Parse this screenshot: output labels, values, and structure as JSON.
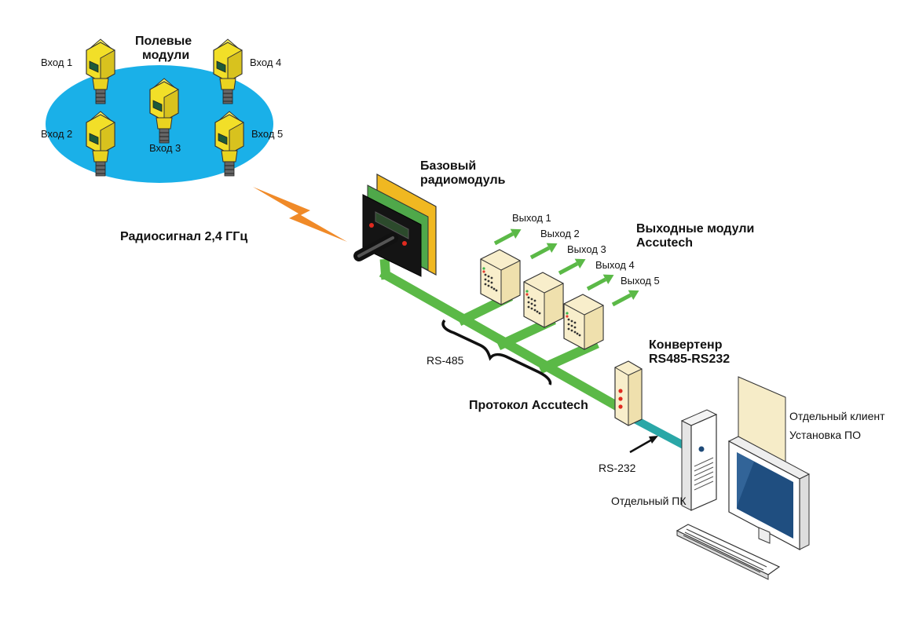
{
  "field_modules": {
    "title_line1": "Полевые",
    "title_line2": "модули",
    "inputs": [
      "Вход 1",
      "Вход 2",
      "Вход 3",
      "Вход 4",
      "Вход 5"
    ]
  },
  "radio_signal": "Радиосигнал 2,4 ГГц",
  "base_module": {
    "line1": "Базовый",
    "line2": "радиомодуль"
  },
  "output_modules": {
    "title_line1": "Выходные модули",
    "title_line2": "Accutech",
    "outputs": [
      "Выход 1",
      "Выход 2",
      "Выход 3",
      "Выход 4",
      "Выход 5"
    ]
  },
  "rs485_label": "RS-485",
  "protocol_label": "Протокол Accutech",
  "converter": {
    "line1": "Конвертенр",
    "line2": "RS485-RS232"
  },
  "rs232_label": "RS-232",
  "separate_pc": "Отдельный ПК",
  "client": {
    "line1": "Отдельный клиент",
    "line2": "Установка ПО"
  },
  "colors": {
    "network_ellipse": "#1ab0e8",
    "sensor_yellow": "#f5e62a",
    "bus_green": "#5bb947",
    "rs232_teal": "#2aa7a7",
    "radio_bolt": "#f08a28",
    "module_cream": "#f8eecb"
  }
}
